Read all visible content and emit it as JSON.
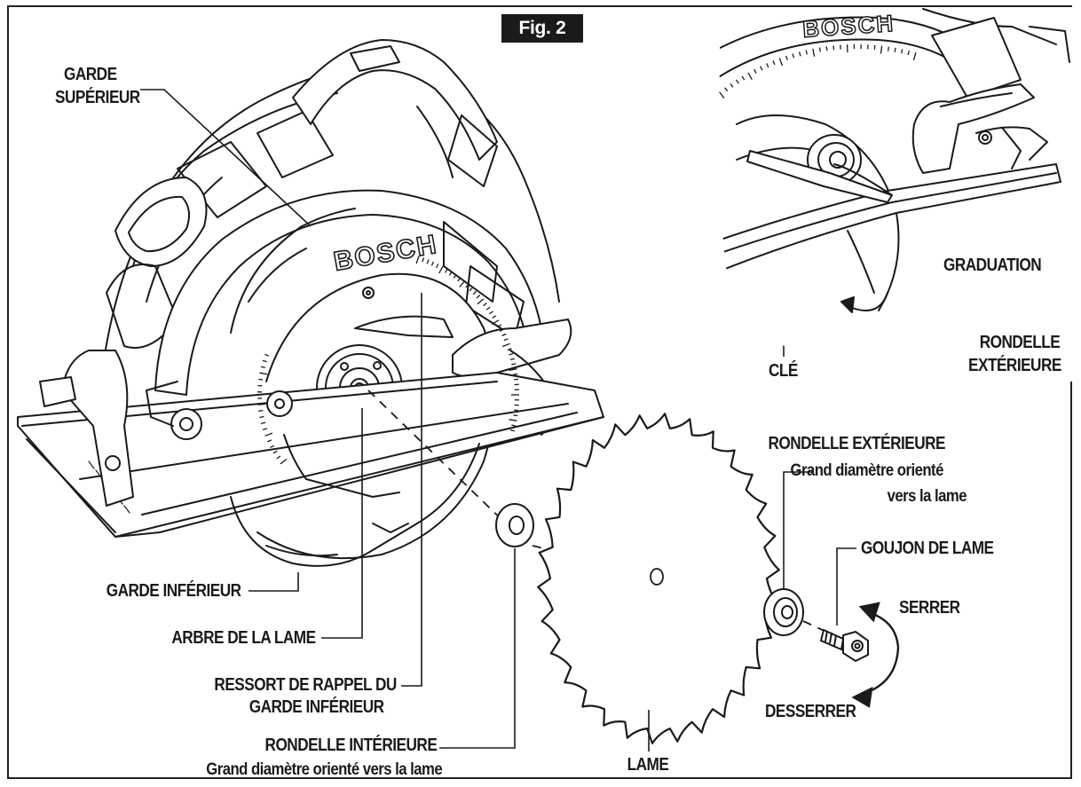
{
  "figure": {
    "badge": "Fig. 2",
    "brand": "BOSCH"
  },
  "labels": {
    "upper_guard": [
      "GARDE",
      "SUPÉRIEUR"
    ],
    "lower_guard": "GARDE INFÉRIEUR",
    "arbor": "ARBRE DE LA LAME",
    "return_spring": [
      "RESSORT DE RAPPEL DU",
      "GARDE INFÉRIEUR"
    ],
    "inner_washer": "RONDELLE INTÉRIEURE",
    "inner_washer_note": "Grand diamètre orienté vers la lame",
    "blade": "LAME",
    "outer_washer": "RONDELLE EXTÉRIEURE",
    "outer_washer_note": [
      "Grand diamètre orienté",
      "vers la lame"
    ],
    "blade_bolt": "GOUJON DE LAME",
    "tighten": "SERRER",
    "loosen": "DESSERRER",
    "graduation": "GRADUATION",
    "inset_outer_washer": [
      "RONDELLE",
      "EXTÉRIEURE"
    ],
    "wrench": "CLÉ"
  }
}
